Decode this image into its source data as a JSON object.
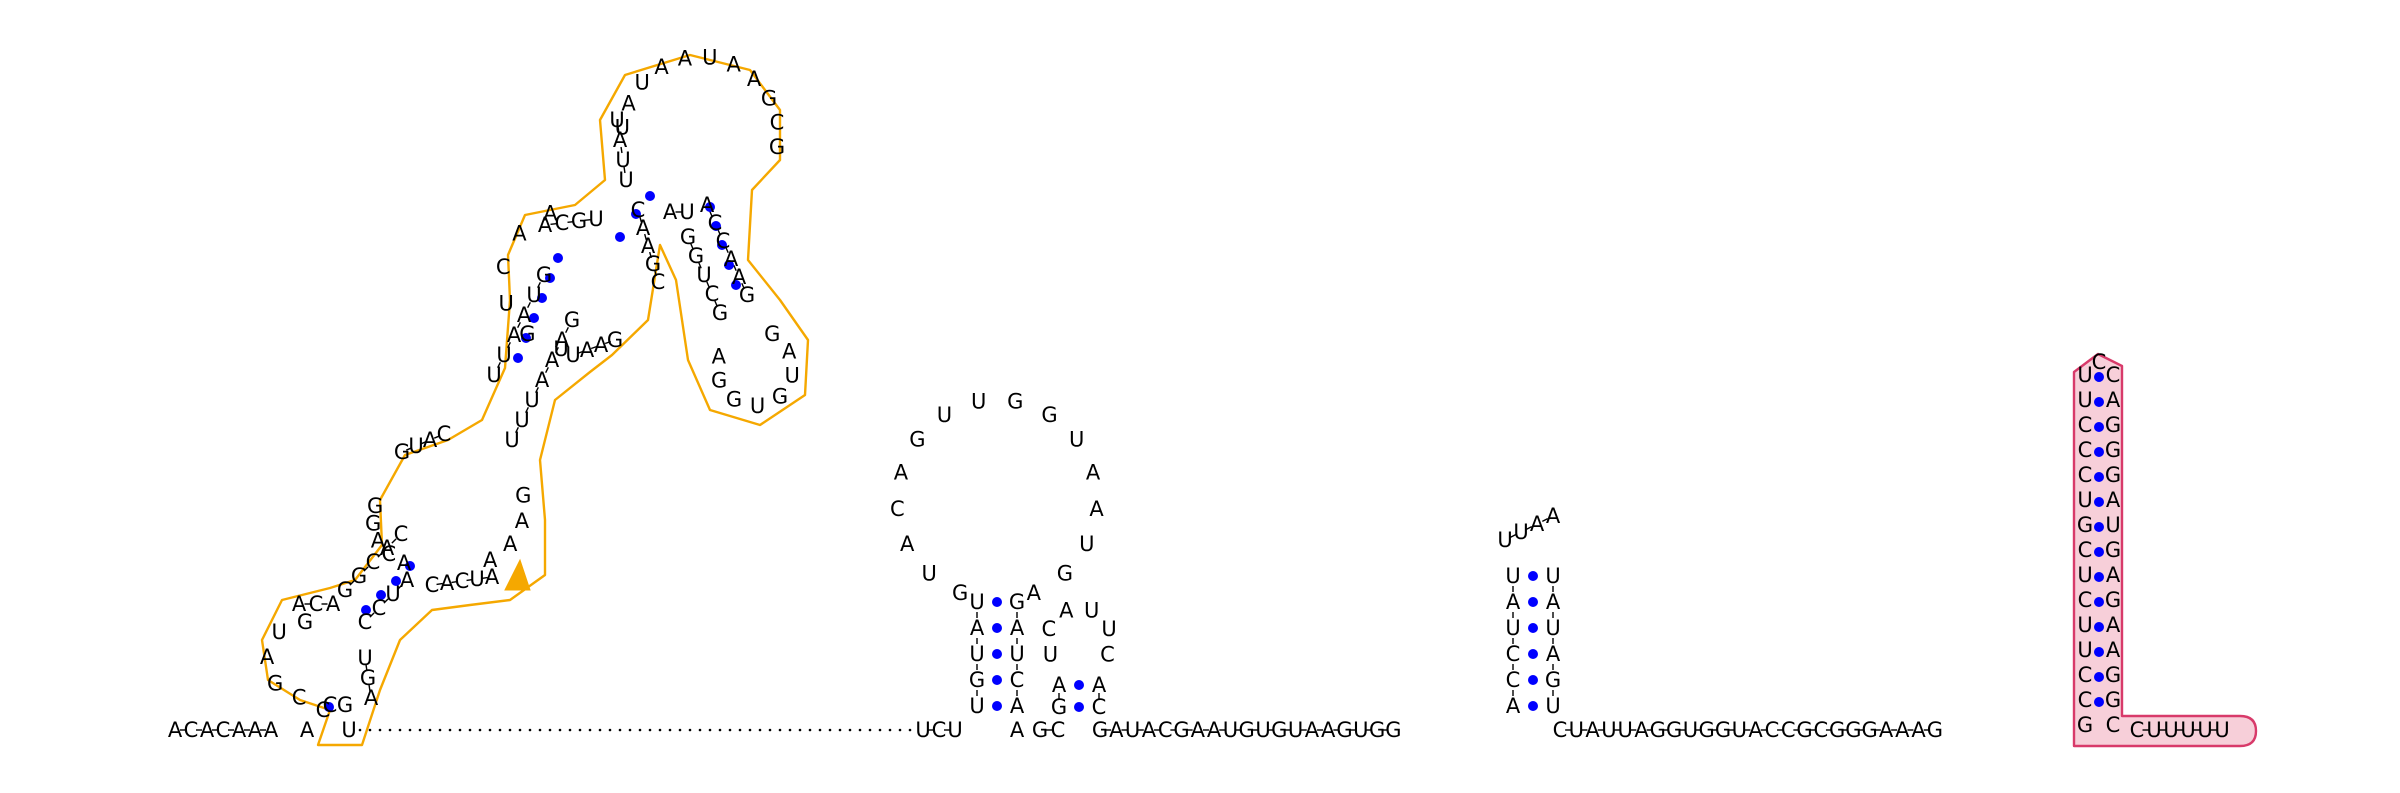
{
  "diagram": {
    "type": "rna-secondary-structure",
    "colors": {
      "pair_dot": "#0000ff",
      "highlight_orange": "#f5a800",
      "highlight_pink": "#d83a6a",
      "pink_fill": "#f7cfd9"
    },
    "tail5": [
      "A",
      "C",
      "A",
      "C",
      "A",
      "A",
      "A"
    ],
    "d1": {
      "left_stem": [
        "U",
        "G",
        "U",
        "U",
        "G",
        "C"
      ],
      "right_stem_top_down": [
        "U",
        "G",
        "A",
        "A",
        "C",
        "C"
      ],
      "loop_left": [
        "A",
        "C",
        "A"
      ],
      "loop_right": [
        "C",
        "U"
      ],
      "left_bottom_pair": [
        "A",
        "U"
      ]
    },
    "d2": {
      "stem_left": [
        "G",
        "U",
        "A",
        "C",
        "C",
        "U",
        "C"
      ],
      "stem_right_top_down": [
        "G",
        "U",
        "A",
        "A",
        "A",
        "U",
        "G"
      ],
      "pair_two": [
        "A",
        "U"
      ]
    },
    "seqs": {
      "hp0_base5": [
        "A",
        "C",
        "A",
        "C",
        "A",
        "A",
        "A"
      ],
      "m1_stem5": [
        "A",
        "G",
        "C",
        "U"
      ],
      "m1_stem3": [
        "U",
        "C",
        "G",
        "G"
      ],
      "top_loop": [
        "U",
        "A",
        "U",
        "A",
        "A",
        "U",
        "A",
        "A",
        "G",
        "C",
        "G"
      ],
      "m1_left_col": [
        "U",
        "A",
        "U",
        "U"
      ],
      "m2_left": [
        "A",
        "C",
        "G",
        "U"
      ],
      "m2_lcol": [
        "A",
        "C",
        "U",
        "U",
        "G"
      ],
      "m2_bottom": [
        "U",
        "A",
        "A",
        "G",
        "C"
      ],
      "m2_right": [
        "A",
        "G",
        "C"
      ],
      "ml3": [
        "G",
        "U",
        "A",
        "C"
      ],
      "ml3_left": [
        "A",
        "C",
        "A",
        "G"
      ],
      "side_stem_5": [
        "A",
        "C",
        "C",
        "A",
        "A",
        "G"
      ],
      "side_stem_3": [
        "G",
        "G",
        "U",
        "C",
        "G"
      ],
      "side_loop": [
        "G",
        "A",
        "U",
        "G",
        "U",
        "G",
        "G",
        "A"
      ]
    },
    "mid": {
      "linker1": [
        "U",
        "C",
        "U"
      ],
      "stem1_left": [
        "U",
        "A",
        "U",
        "G",
        "U"
      ],
      "stem1_right": [
        "G",
        "A",
        "U",
        "C",
        "A"
      ],
      "loop1": [
        "G",
        "U",
        "A",
        "C",
        "A",
        "G",
        "U",
        "U",
        "G",
        "G",
        "U",
        "A",
        "A",
        "U",
        "G",
        "A"
      ],
      "between": [
        "A",
        "G",
        "C"
      ],
      "stem2_left": [
        "A",
        "G"
      ],
      "stem2_right": [
        "A",
        "C"
      ],
      "loop2": [
        "U",
        "C",
        "A",
        "U",
        "U",
        "C"
      ],
      "linker2": [
        "G",
        "A",
        "U",
        "A",
        "C",
        "G",
        "A",
        "A",
        "U",
        "G",
        "U",
        "G",
        "U",
        "A",
        "A",
        "G",
        "U",
        "G",
        "G"
      ],
      "stem3_left": [
        "A",
        "C",
        "C",
        "U",
        "A",
        "U"
      ],
      "stem3_right": [
        "U",
        "G",
        "A",
        "U",
        "A",
        "U"
      ],
      "loop3": [
        "U",
        "U",
        "A",
        "A"
      ],
      "linker3": [
        "C",
        "U",
        "A",
        "U",
        "U",
        "A",
        "G",
        "G",
        "U",
        "G",
        "G",
        "U",
        "A",
        "C",
        "C",
        "G",
        "C",
        "G",
        "G",
        "G",
        "A",
        "A",
        "A",
        "G"
      ]
    },
    "hp4": {
      "left_stem": [
        "U",
        "U",
        "C",
        "C",
        "C",
        "U",
        "G",
        "C",
        "U",
        "C",
        "U",
        "U",
        "C",
        "C",
        "G"
      ],
      "right_stem": [
        "C",
        "A",
        "G",
        "G",
        "G",
        "A",
        "U",
        "G",
        "A",
        "G",
        "A",
        "A",
        "G",
        "G",
        "C"
      ],
      "loop": [
        "C"
      ],
      "tail3": [
        "C",
        "U",
        "U",
        "U",
        "U",
        "U"
      ]
    }
  }
}
